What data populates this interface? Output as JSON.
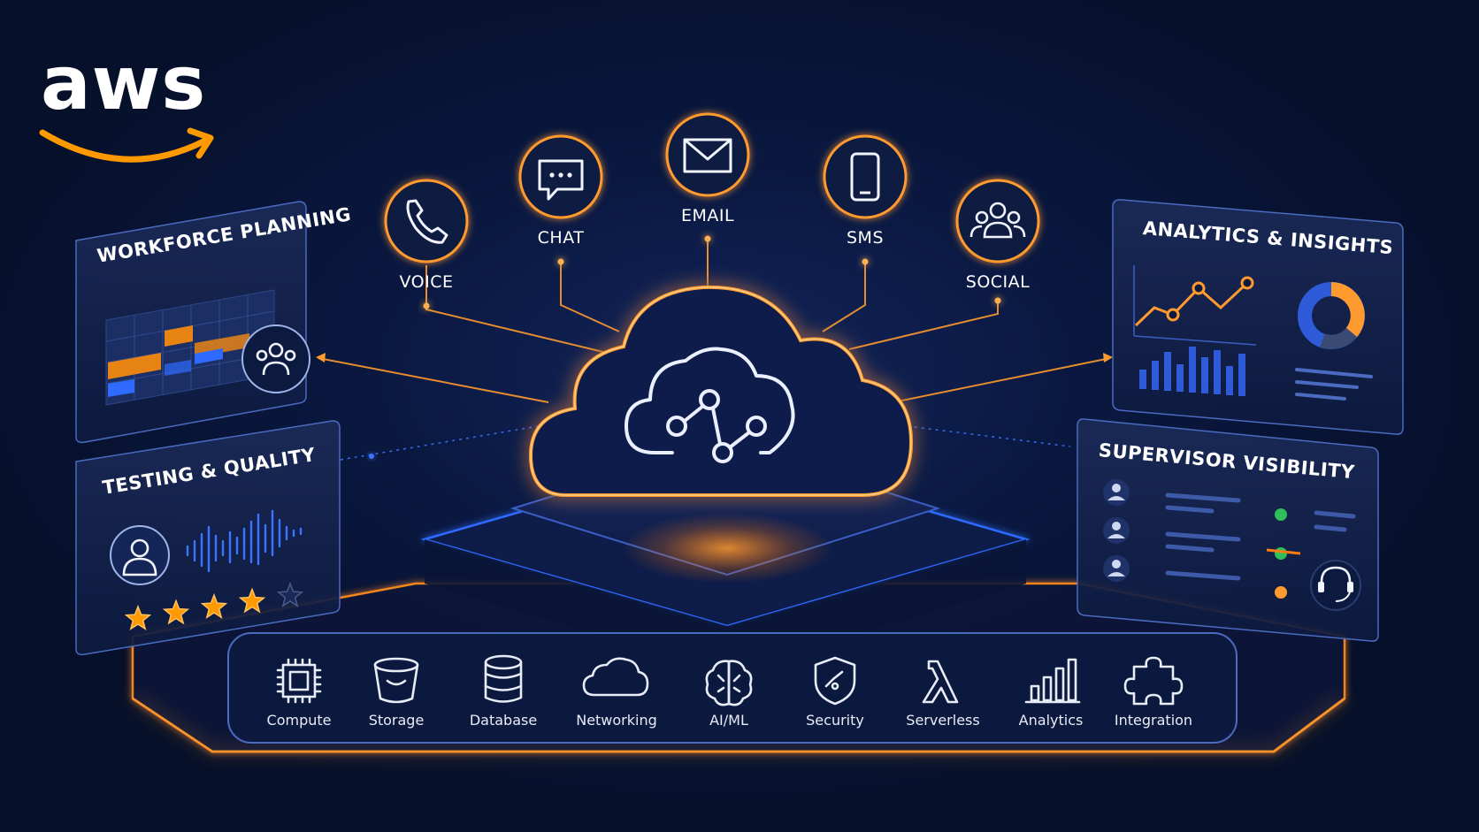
{
  "brand": {
    "logo_text": "aws",
    "accent_color": "#ff9900",
    "background_color": "#07112b",
    "glow_blue": "#2f6bff"
  },
  "channels": [
    {
      "label": "VOICE",
      "icon": "phone-icon"
    },
    {
      "label": "CHAT",
      "icon": "chat-bubble-icon"
    },
    {
      "label": "EMAIL",
      "icon": "envelope-icon"
    },
    {
      "label": "SMS",
      "icon": "smartphone-icon"
    },
    {
      "label": "SOCIAL",
      "icon": "people-icon"
    }
  ],
  "hub": {
    "icon": "cloud-network-icon"
  },
  "panels": {
    "workforce": {
      "title": "WORKFORCE PLANNING",
      "icon": "team-icon"
    },
    "testing": {
      "title": "TESTING & QUALITY",
      "icon": "user-avatar-icon",
      "rating": 4,
      "rating_max": 5
    },
    "analytics": {
      "title": "ANALYTICS & INSIGHTS",
      "icons": [
        "line-chart-icon",
        "bar-chart-icon",
        "donut-chart-icon"
      ]
    },
    "supervisor": {
      "title": "SUPERVISOR VISIBILITY",
      "icon": "headset-icon"
    }
  },
  "services": [
    {
      "label": "Compute",
      "icon": "chip-icon"
    },
    {
      "label": "Storage",
      "icon": "bucket-icon"
    },
    {
      "label": "Database",
      "icon": "database-icon"
    },
    {
      "label": "Networking",
      "icon": "cloud-icon"
    },
    {
      "label": "AI/ML",
      "icon": "brain-icon"
    },
    {
      "label": "Security",
      "icon": "shield-icon"
    },
    {
      "label": "Serverless",
      "icon": "lambda-icon"
    },
    {
      "label": "Analytics",
      "icon": "bar-chart-icon"
    },
    {
      "label": "Integration",
      "icon": "puzzle-icon"
    }
  ]
}
